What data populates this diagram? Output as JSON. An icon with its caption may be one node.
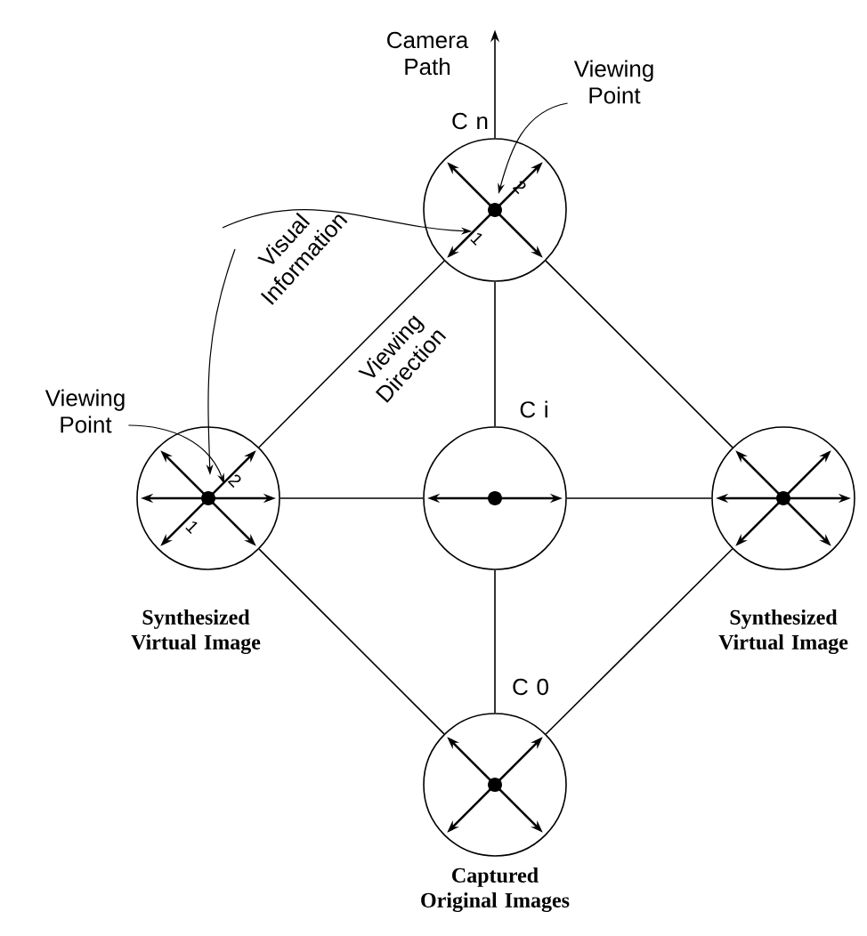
{
  "diagram": {
    "nodes": [
      {
        "text": [],
        "shape": "circle",
        "beside": [
          "C n"
        ]
      },
      {
        "text": [],
        "shape": "circle",
        "beside": [
          "Synthesized Virtual Image"
        ]
      },
      {
        "text": [],
        "shape": "circle",
        "beside": [
          "C i"
        ]
      },
      {
        "text": [],
        "shape": "circle",
        "beside": [
          "Synthesized Virtual Image"
        ]
      },
      {
        "text": [],
        "shape": "circle",
        "beside": [
          "C 0",
          "Captured Original Images"
        ]
      },
      {
        "text": [
          "Camera Path"
        ]
      },
      {
        "text": [
          "Viewing Point"
        ]
      },
      {
        "text": [
          "Visual Information"
        ]
      },
      {
        "text": [
          "Viewing Point"
        ]
      }
    ],
    "edges": [
      {
        "from": 0,
        "to": 1,
        "arrow": "none"
      },
      {
        "from": 0,
        "to": 3,
        "arrow": "none"
      },
      {
        "from": 1,
        "to": 4,
        "arrow": "none"
      },
      {
        "from": 3,
        "to": 4,
        "arrow": "none"
      },
      {
        "from": 0,
        "to": 2,
        "arrow": "none"
      },
      {
        "from": 2,
        "to": 4,
        "arrow": "none"
      },
      {
        "from": 1,
        "to": 2,
        "arrow": "none"
      },
      {
        "from": 2,
        "to": 3,
        "arrow": "none"
      },
      {
        "from": 0,
        "to": 5,
        "arrow": "to"
      },
      {
        "from": 6,
        "to": 0,
        "arrow": "to"
      },
      {
        "from": 7,
        "to": 0,
        "arrow": "to"
      },
      {
        "from": 7,
        "to": 1,
        "arrow": "to"
      },
      {
        "from": 8,
        "to": 1,
        "arrow": "to"
      }
    ],
    "labels": [
      "2",
      "1",
      "Viewing Direction",
      "2",
      "1"
    ]
  }
}
